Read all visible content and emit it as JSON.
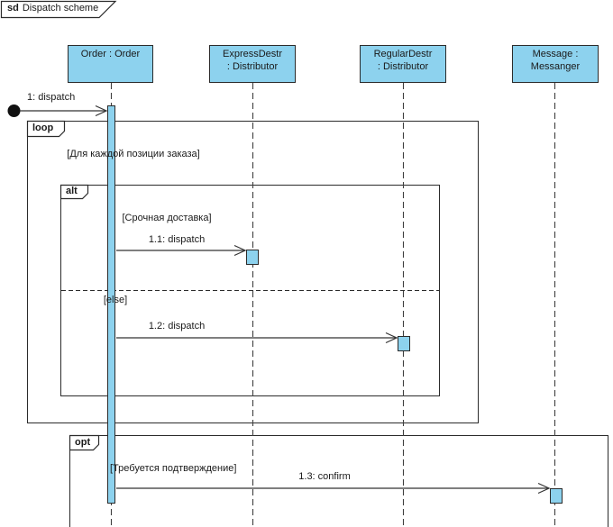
{
  "frame": {
    "keyword": "sd",
    "name": "Dispatch scheme"
  },
  "lifelines": [
    {
      "label": "Order : Order"
    },
    {
      "label": "ExpressDestr\n: Distributor"
    },
    {
      "label": "RegularDestr\n: Distributor"
    },
    {
      "label": "Message :\nMessanger"
    }
  ],
  "fragments": {
    "loop": {
      "operator": "loop",
      "guard": "[Для каждой позиции заказа]"
    },
    "alt": {
      "operator": "alt",
      "guard_if": "[Срочная доставка]",
      "guard_else": "[else]"
    },
    "opt": {
      "operator": "opt",
      "guard": "[Требуется подтверждение]"
    }
  },
  "messages": {
    "m1": {
      "label": "1: dispatch"
    },
    "m2": {
      "label": "1.1: dispatch"
    },
    "m3": {
      "label": "1.2: dispatch"
    },
    "m4": {
      "label": "1.3: confirm"
    }
  },
  "colors": {
    "element_fill": "#8dd2ee",
    "border": "#2b2b2b",
    "lifeline_dash": "#3f3f3f"
  }
}
